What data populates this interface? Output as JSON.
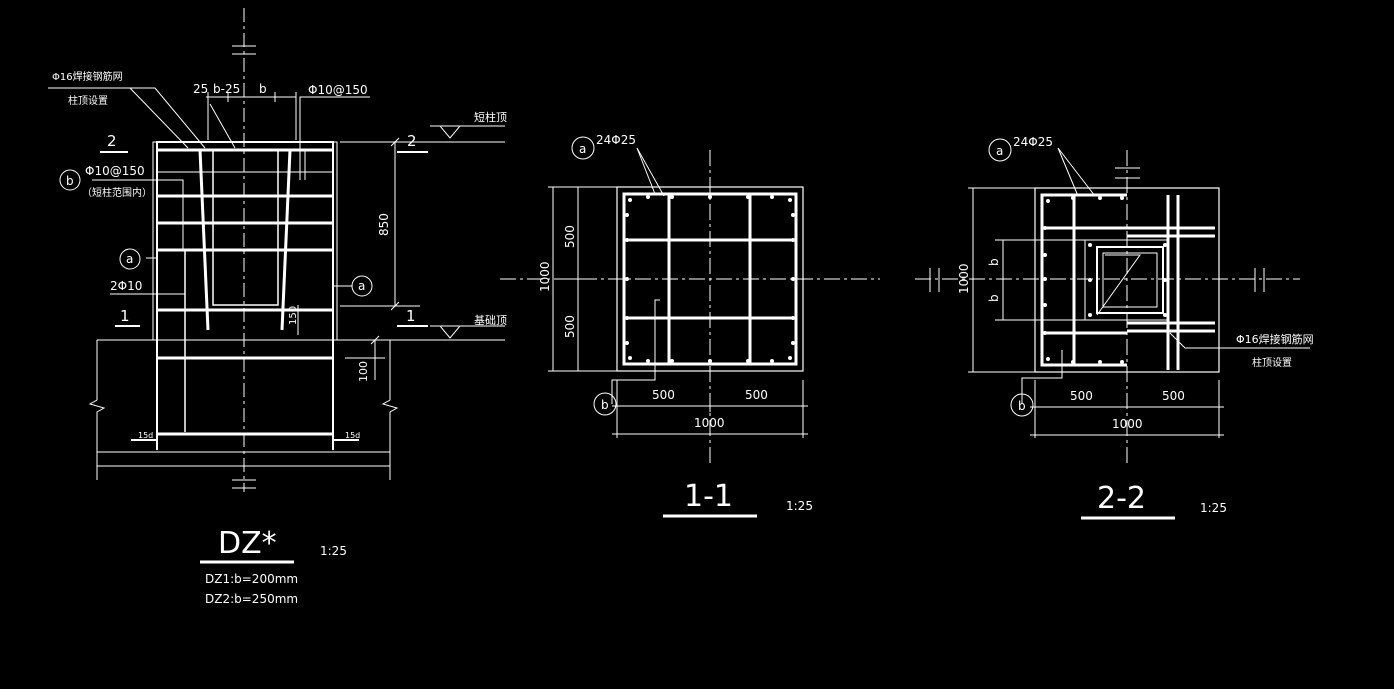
{
  "colors": {
    "background": "#000000",
    "lines": "#ffffff"
  },
  "dz": {
    "note_mesh_1": "Φ16焊接钢筋网",
    "note_mesh_2": "柱顶设置",
    "dim_25": "25",
    "dim_b_25": "b-25",
    "dim_b": "b",
    "stirrup_top": "Φ10@150",
    "label_a": "a",
    "label_b": "b",
    "stirrup_b": "Φ10@150",
    "stirrup_b_note": "（短柱范围内）",
    "rebar_2phi10": "2Φ10",
    "dim_850": "850",
    "dim_150": "150",
    "dim_100": "100",
    "sec_2": "2",
    "sec_1": "1",
    "elev_top": "短柱顶",
    "elev_base": "基础顶",
    "anchor_15d": "15d",
    "title": "DZ*",
    "scale": "1:25",
    "dz1": "DZ1:b=200mm",
    "dz2": "DZ2:b=250mm"
  },
  "s11": {
    "rebar": "24Φ25",
    "label_a": "a",
    "label_b": "b",
    "dim_500": "500",
    "dim_1000": "1000",
    "title": "1-1",
    "scale": "1:25"
  },
  "s22": {
    "rebar": "24Φ25",
    "label_a": "a",
    "label_b": "b",
    "dim_b": "b",
    "dim_500": "500",
    "dim_1000": "1000",
    "mesh_1": "Φ16焊接钢筋网",
    "mesh_2": "柱顶设置",
    "title": "2-2",
    "scale": "1:25"
  }
}
